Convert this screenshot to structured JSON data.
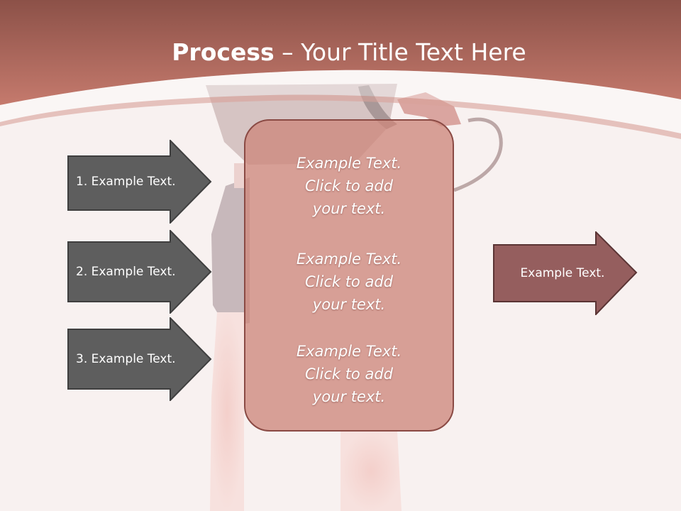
{
  "title": {
    "bold": "Process",
    "rest": " – Your Title Text Here"
  },
  "inputs": [
    {
      "label": "1. Example Text."
    },
    {
      "label": "2. Example Text."
    },
    {
      "label": "3. Example Text."
    }
  ],
  "center_blocks": [
    {
      "lines": [
        "Example Text.",
        "Click  to add",
        "your text."
      ]
    },
    {
      "lines": [
        "Example Text.",
        "Click  to add",
        "your text."
      ]
    },
    {
      "lines": [
        "Example Text.",
        "Click  to add",
        "your text."
      ]
    }
  ],
  "output": {
    "label": "Example Text."
  },
  "colors": {
    "header": "#b76a60",
    "input_arrow_fill": "#5e5e5e",
    "output_arrow_fill": "#955e5e",
    "center_box_fill": "#cd887c",
    "background": "#f8f1f0"
  }
}
